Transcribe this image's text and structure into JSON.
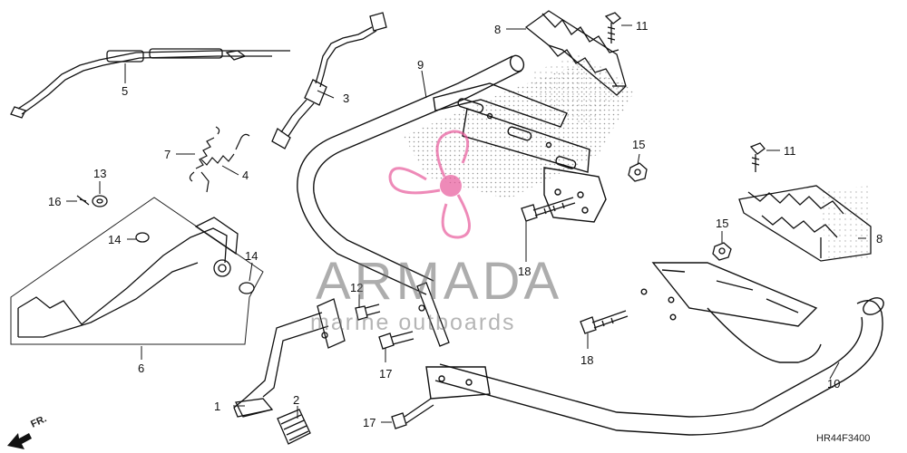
{
  "diagram": {
    "diagram_code": "HR44F3400",
    "front_indicator": "FR.",
    "callouts": [
      {
        "id": "c1",
        "label": "1"
      },
      {
        "id": "c2",
        "label": "2"
      },
      {
        "id": "c3",
        "label": "3"
      },
      {
        "id": "c4",
        "label": "4"
      },
      {
        "id": "c5",
        "label": "5"
      },
      {
        "id": "c6",
        "label": "6"
      },
      {
        "id": "c7",
        "label": "7"
      },
      {
        "id": "c8a",
        "label": "8"
      },
      {
        "id": "c8b",
        "label": "8"
      },
      {
        "id": "c9",
        "label": "9"
      },
      {
        "id": "c10",
        "label": "10"
      },
      {
        "id": "c11a",
        "label": "11"
      },
      {
        "id": "c11b",
        "label": "11"
      },
      {
        "id": "c12",
        "label": "12"
      },
      {
        "id": "c13",
        "label": "13"
      },
      {
        "id": "c14a",
        "label": "14"
      },
      {
        "id": "c14b",
        "label": "14"
      },
      {
        "id": "c15a",
        "label": "15"
      },
      {
        "id": "c15b",
        "label": "15"
      },
      {
        "id": "c16",
        "label": "16"
      },
      {
        "id": "c17a",
        "label": "17"
      },
      {
        "id": "c17b",
        "label": "17"
      },
      {
        "id": "c18a",
        "label": "18"
      },
      {
        "id": "c18b",
        "label": "18"
      }
    ]
  },
  "watermark": {
    "brand": "ARMADA",
    "tagline": "marine outboards",
    "accent_color": "#e85a9b"
  }
}
